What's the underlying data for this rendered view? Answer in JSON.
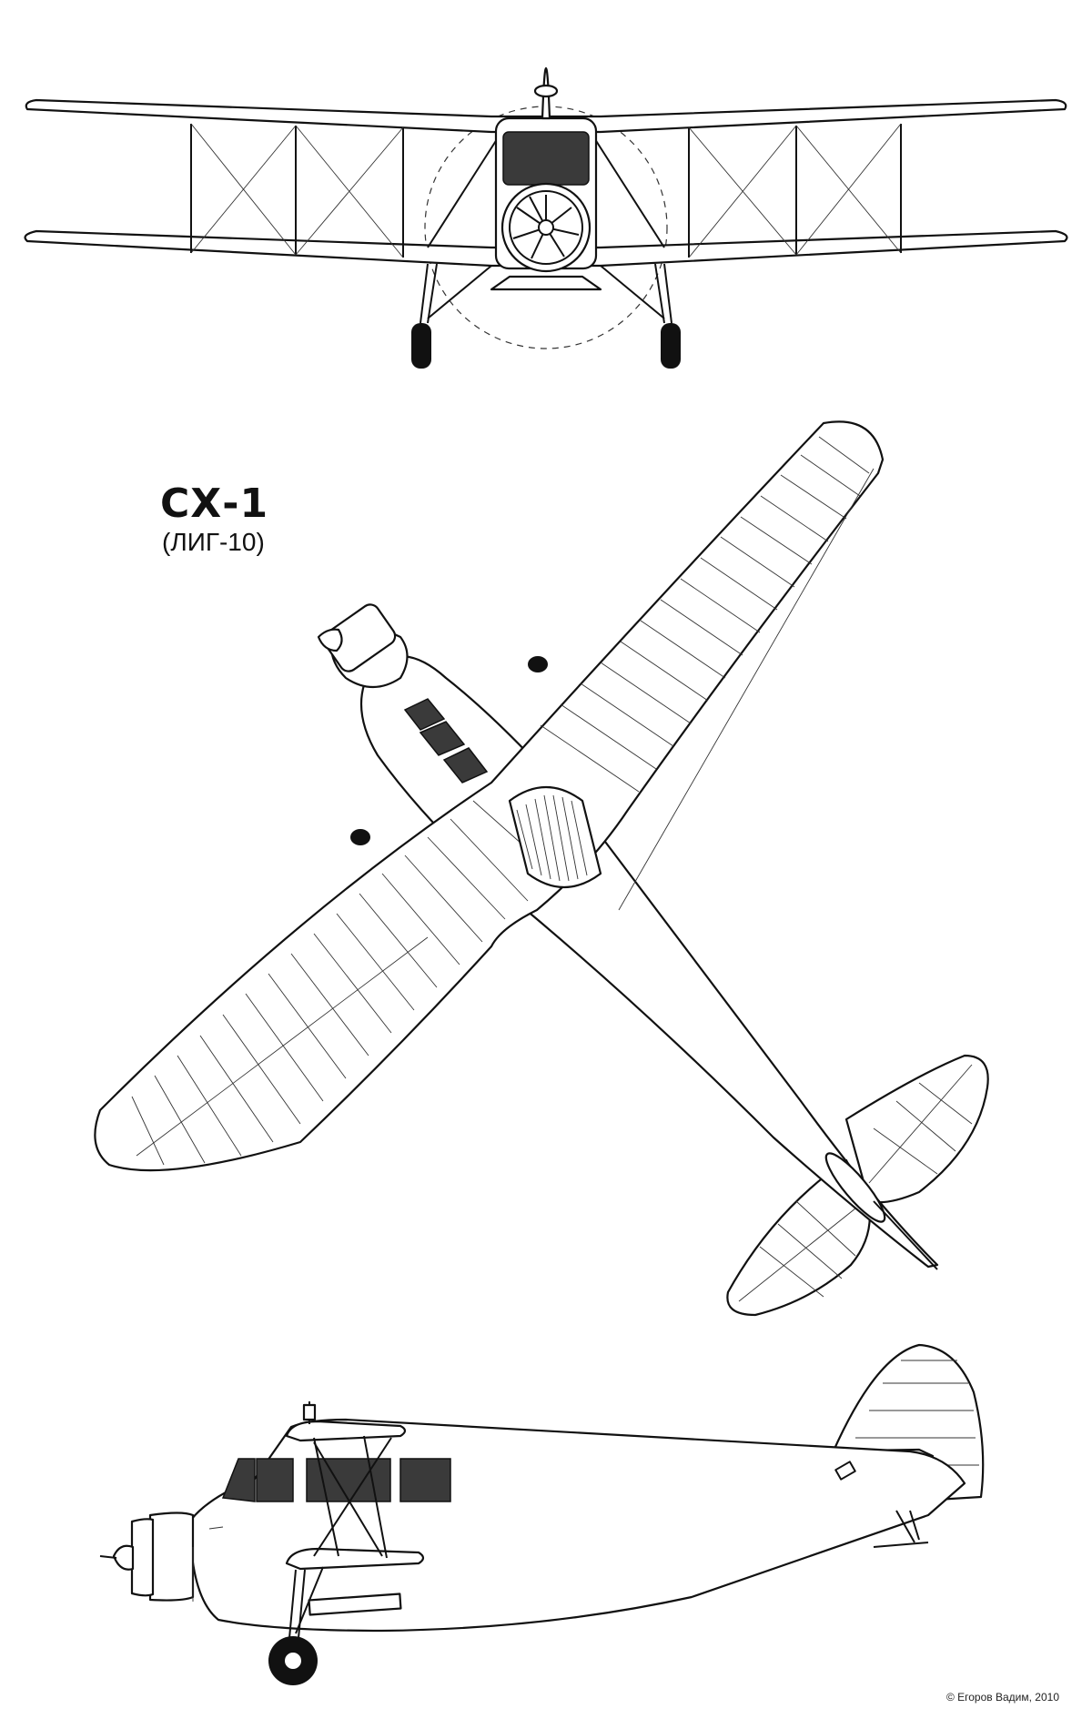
{
  "title": "СХ-1",
  "subtitle": "(ЛИГ-10)",
  "credit": "© Егоров Вадим, 2010",
  "views": {
    "front": "front-view",
    "top": "plan-view",
    "side": "side-view"
  },
  "colors": {
    "line": "#111111",
    "glazing": "#3a3a3a",
    "paper": "#ffffff"
  }
}
